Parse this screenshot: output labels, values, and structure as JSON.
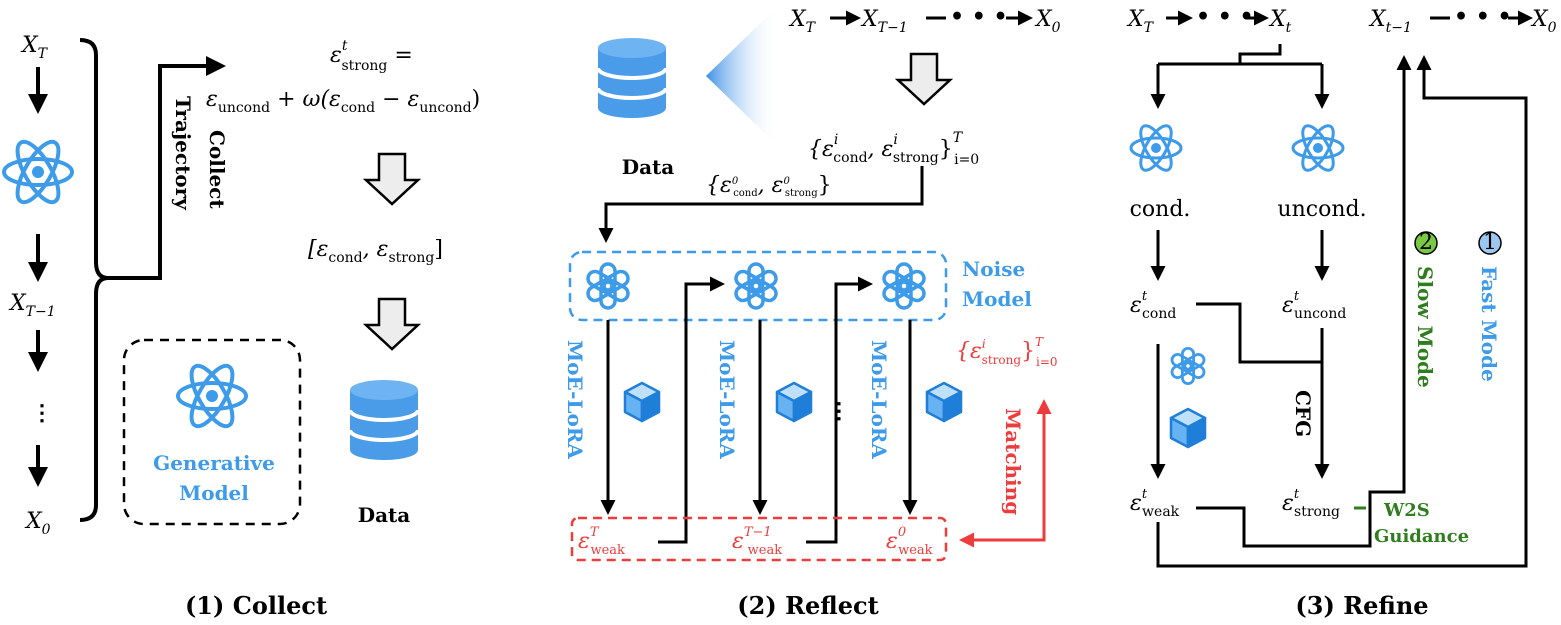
{
  "panels": {
    "collect": {
      "caption": "(1) Collect",
      "chain": {
        "x_T": "X",
        "x_T_sub": "T",
        "x_Tm1": "X",
        "x_Tm1_sub": "T−1",
        "dots": "⋮",
        "x_0": "X",
        "x_0_sub": "0"
      },
      "collect_label": "Collect",
      "trajectory_label": "Trajectory",
      "formula_line1": "ε",
      "formula_line1_sup": "t",
      "formula_line1_sub": "strong",
      "formula_line1_tail": " =",
      "formula_line2": "ε",
      "formula_line2_sub": "uncond",
      "formula_line2_mid": " + ω(ε",
      "formula_line2_sub2": "cond",
      "formula_line2_mid2": " − ε",
      "formula_line2_sub3": "uncond",
      "formula_line2_end": ")",
      "pair_open": "[ε",
      "pair_sub1": "cond",
      "pair_mid": ", ε",
      "pair_sub2": "strong",
      "pair_close": "]",
      "sup_t": "t",
      "generative_model_line1": "Generative",
      "generative_model_line2": "Model",
      "data_label": "Data"
    },
    "reflect": {
      "caption": "(2) Reflect",
      "chain_top": {
        "x_T": "X",
        "x_T_sub": "T",
        "x_Tm1": "X",
        "x_Tm1_sub": "T−1",
        "dots": "• • •",
        "x_0": "X",
        "x_0_sub": "0"
      },
      "data_label": "Data",
      "set_open": "{ε",
      "set_sub1": "cond",
      "set_mid": ", ε",
      "set_sub2": "strong",
      "set_close": "}",
      "set_sup_i": "i",
      "set_sup_T": "T",
      "set_sub_i0": "i=0",
      "small_set": "{ε",
      "small_sub1": "cond",
      "small_mid": ", ε",
      "small_sub2": "strong",
      "small_close": "}",
      "small_sup": "0",
      "noise_model_line1": "Noise",
      "noise_model_line2": "Model",
      "moe_lora": "MoE-LoRA",
      "dots_vertical": "⋮",
      "weak_T": "ε",
      "weak_T_sup": "T",
      "weak_Tm1": "ε",
      "weak_Tm1_sup": "T−1",
      "weak_0": "ε",
      "weak_0_sup": "0",
      "weak_sub": "weak",
      "red_set": "{ε",
      "red_set_sup": "i",
      "red_set_sub": "strong",
      "red_set_close": "}",
      "red_set_sup_T": "T",
      "red_set_sub_i0": "i=0",
      "matching_label": "Matching"
    },
    "refine": {
      "caption": "(3) Refine",
      "chain_left": {
        "x_T": "X",
        "x_T_sub": "T",
        "dots": "• • •",
        "x_t": "X",
        "x_t_sub": "t"
      },
      "chain_right": {
        "x_tm1": "X",
        "x_tm1_sub": "t−1",
        "dots": "• • •",
        "x_0": "X",
        "x_0_sub": "0"
      },
      "cond_label": "cond.",
      "uncond_label": "uncond.",
      "eps_cond": "ε",
      "eps_cond_sub": "cond",
      "eps_uncond": "ε",
      "eps_uncond_sub": "uncond",
      "eps_weak": "ε",
      "eps_weak_sub": "weak",
      "eps_strong": "ε",
      "eps_strong_sub": "strong",
      "sup_t": "t",
      "cfg_label": "CFG",
      "w2s_line1": "W2S",
      "w2s_line2": "Guidance",
      "slow_mode": "Slow Mode",
      "fast_mode": "Fast Mode",
      "badge_slow": "2",
      "badge_fast": "1"
    }
  },
  "colors": {
    "blue": "#3d9be9",
    "red": "#ee3b3b",
    "green": "#2f7d1f",
    "badge_green": "#7ac943",
    "badge_blue": "#9cc8f0",
    "data_top": "#6eb4f2",
    "data_body": "#4a9ce8"
  },
  "icons": {
    "atom": "atom-icon",
    "openai": "openai-knot-icon",
    "cube": "cube-icon",
    "database": "database-icon"
  }
}
